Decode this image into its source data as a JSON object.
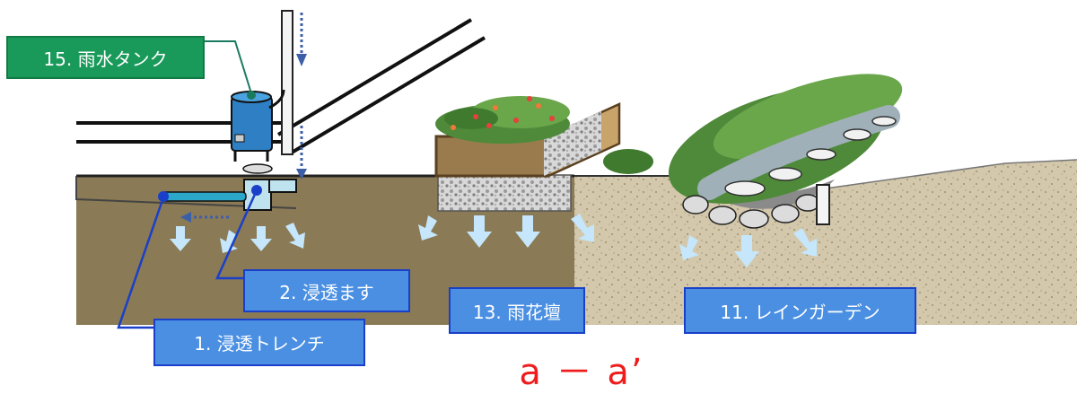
{
  "labels": {
    "tank": "15. 雨水タンク",
    "masu": "2. 浸透ます",
    "trench": "1. 浸透トレンチ",
    "kadan": "13. 雨花壇",
    "garden": "11. レインガーデン"
  },
  "section": "a － a’",
  "colors": {
    "soil": "#8a7a55",
    "gravel": "#cfc3a5",
    "tag_green": "#1a9a5a",
    "tag_blue": "#4a8fe2",
    "tag_border": "#1a3fc9",
    "arrow": "#c5e6fb",
    "flow": "#3d5fa8",
    "section_text": "#ee1c1c"
  }
}
